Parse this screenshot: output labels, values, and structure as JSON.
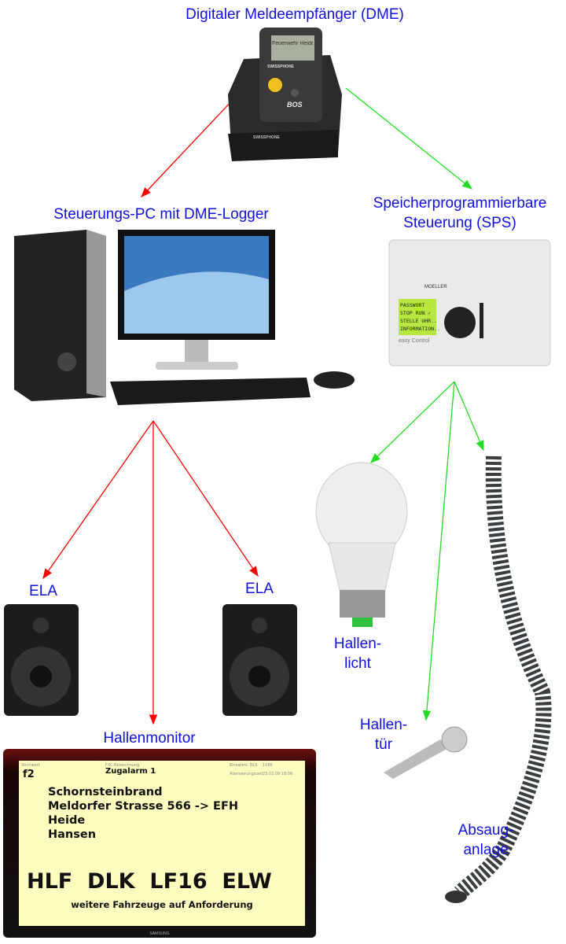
{
  "labels": {
    "dme": "Digitaler Meldeempfänger (DME)",
    "pc": "Steuerungs-PC mit DME-Logger",
    "sps_1": "Speicherprogrammierbare",
    "sps_2": "Steuerung (SPS)",
    "ela_left": "ELA",
    "ela_right": "ELA",
    "hallenmonitor": "Hallenmonitor",
    "licht_1": "Hallen-",
    "licht_2": "licht",
    "tuer_1": "Hallen-",
    "tuer_2": "tür",
    "absaug_1": "Absaug-",
    "absaug_2": "anlage"
  },
  "dme_device": {
    "display": "Feuerwehr Heide",
    "brand": "SWISSPHONE",
    "model": "BOS"
  },
  "sps_device": {
    "brand": "MOELLER",
    "display": [
      "PASSWORT",
      "STOP  RUN ✓",
      "STELLE UHR..",
      "INFORMATION.."
    ],
    "product": "easy Control"
  },
  "monitor": {
    "stichwort_label": "Stichwort",
    "stichwort": "f2",
    "bezeichnung_label": "FXC-Bezeichnung",
    "bezeichnung": "Zugalarm 1",
    "einsatznr_label": "Einsatznr. BLS",
    "einsatznr": "1086",
    "alarmzeit_label": "Alarmierungszeit",
    "alarmzeit": "23.02.09   18:06",
    "lines": [
      "Schornsteinbrand",
      "Meldorfer Strasse 566 -> EFH",
      "Heide",
      "Hansen"
    ],
    "vehicles": "HLF  DLK  LF16  ELW",
    "footer": "weitere Fahrzeuge auf Anforderung",
    "brand": "SAMSUNG"
  },
  "colors": {
    "red_arrow": "#ff0000",
    "green_arrow": "#22dd22",
    "label": "#1010e0"
  }
}
